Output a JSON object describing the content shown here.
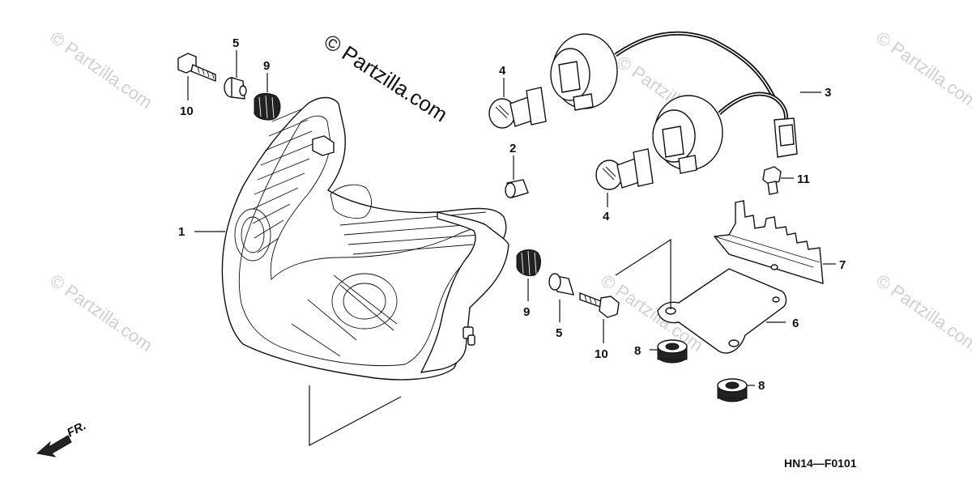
{
  "watermarks": {
    "main": "© Partzilla.com",
    "faint": "© Partzilla.com"
  },
  "diagram_code": "HN14—F0101",
  "direction": "FR.",
  "callouts": {
    "c1": "1",
    "c2": "2",
    "c3": "3",
    "c4a": "4",
    "c4b": "4",
    "c5a": "5",
    "c5b": "5",
    "c6": "6",
    "c7": "7",
    "c8a": "8",
    "c8b": "8",
    "c9a": "9",
    "c9b": "9",
    "c10a": "10",
    "c10b": "10",
    "c11": "11"
  }
}
